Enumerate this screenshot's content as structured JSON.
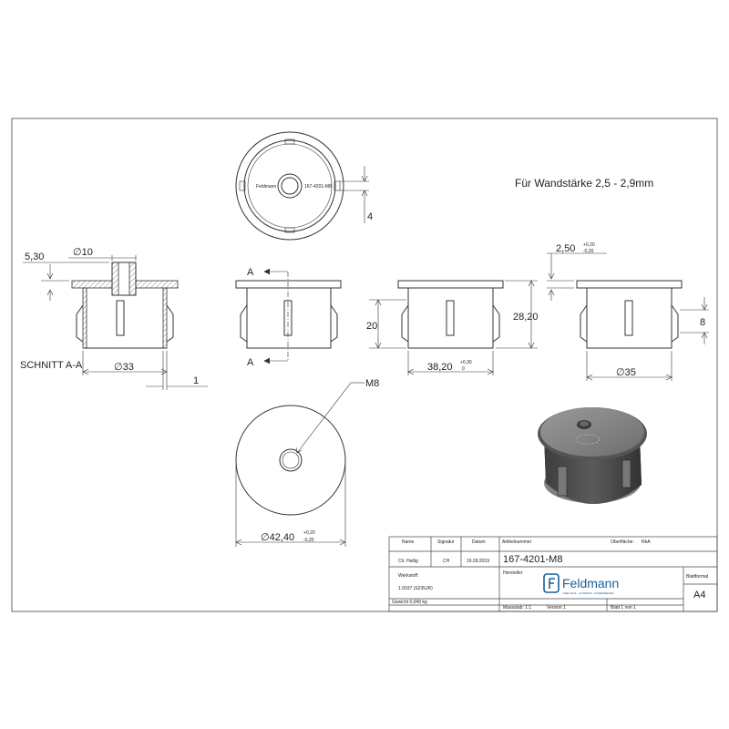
{
  "note_wall": "Für Wandstärke 2,5 - 2,9mm",
  "section_label": "SCHNITT A-A",
  "section_marker": "A",
  "dimensions": {
    "d530": "5,30",
    "d10": "∅10",
    "d33": "∅33",
    "d1": "1",
    "d4": "4",
    "d20": "20",
    "d2820": "28,20",
    "d3820": "38,20",
    "d3820_tol_upper": "+0,30",
    "d3820_tol_lower": "0",
    "d250": "2,50",
    "d250_tol_upper": "+0,20",
    "d250_tol_lower": "-0,20",
    "d8": "8",
    "d35": "∅35",
    "m8": "M8",
    "d4240": "∅42,40",
    "d4240_tol_upper": "+0,20",
    "d4240_tol_lower": "-0,20"
  },
  "top_view_labels": {
    "left": "Feldmann",
    "right": "167-4201-M8"
  },
  "title_block": {
    "col_name": "Name",
    "col_signature": "Signatur",
    "col_date": "Datum",
    "name": "Ch. Hallig",
    "signature": "CH",
    "date": "16.09.2019",
    "article_label": "Artikelnummer",
    "article_number": "167-4201-M8",
    "surface_label": "Oberfläche:",
    "surface_value": "RbA",
    "material_label": "Werkstoff:",
    "material_value": "1.0037 (S235JR)",
    "weight": "Gewicht 0,049 kg",
    "manufacturer_label": "Hersteller",
    "company": "Feldmann",
    "company_tagline": "EDELSTAHL · ALUMINIUM · SCHMIEDEEISEN",
    "sheet_format_label": "Blattformat",
    "sheet_format": "A4",
    "scale": "Massstab: 1:1",
    "version": "Version 1",
    "sheet": "Blatt 1 von 1"
  }
}
